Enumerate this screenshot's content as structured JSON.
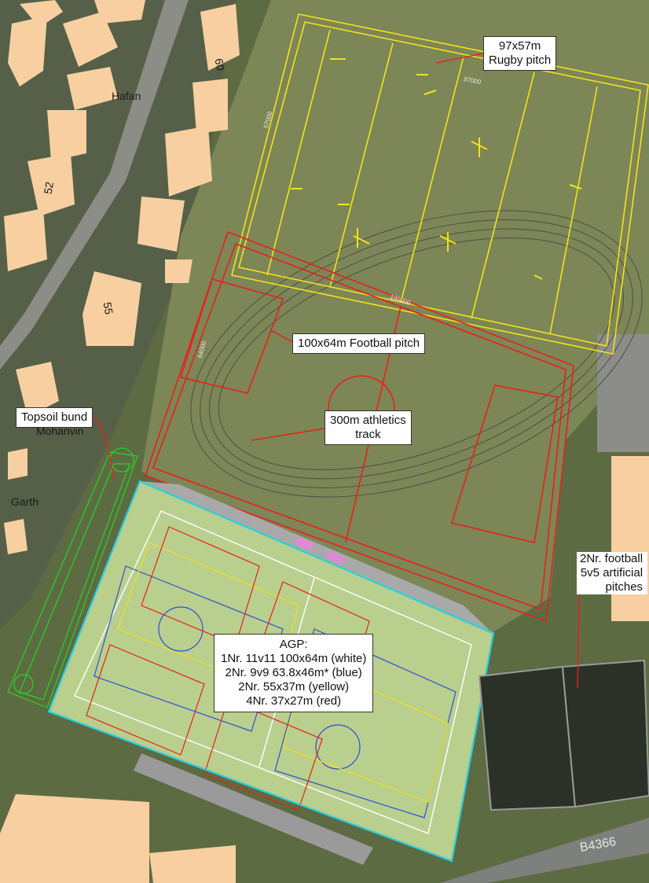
{
  "callouts": {
    "rugby": {
      "line1": "97x57m",
      "line2": "Rugby pitch"
    },
    "football": {
      "line1": "100x64m Football pitch"
    },
    "athletics": {
      "line1": "300m athletics",
      "line2": "track"
    },
    "topsoil": {
      "line1": "Topsoil bund"
    },
    "artificial": {
      "line1": "2Nr. football",
      "line2": "5v5 artificial",
      "line3": "pitches"
    },
    "agp": {
      "line1": "AGP:",
      "line2": "1Nr. 11v11 100x64m (white)",
      "line3": "2Nr. 9v9 63.8x46m* (blue)",
      "line4": "2Nr. 55x37m (yellow)",
      "line5": "4Nr. 37x27m (red)"
    }
  },
  "map_labels": {
    "street_hafan": "Hafan",
    "house_60": "60",
    "house_52": "52",
    "house_55": "55",
    "street_mohanvin": "Mohanvin",
    "street_garth": "Garth",
    "road_b4366": "B4366",
    "dim_rugby_length": "97000",
    "dim_rugby_width": "57000",
    "dim_football_length": "100000",
    "dim_football_width": "64000"
  },
  "colors": {
    "grass": "#7d8656",
    "rugby_lines": "#f2e21b",
    "football_lines": "#e8201a",
    "agp_surface": "#b9cf8e",
    "agp_boundary": "#19d8e0",
    "bund_lines": "#22d822",
    "building": "#f7cfa0",
    "artificial_pitch": "#2c3128"
  }
}
